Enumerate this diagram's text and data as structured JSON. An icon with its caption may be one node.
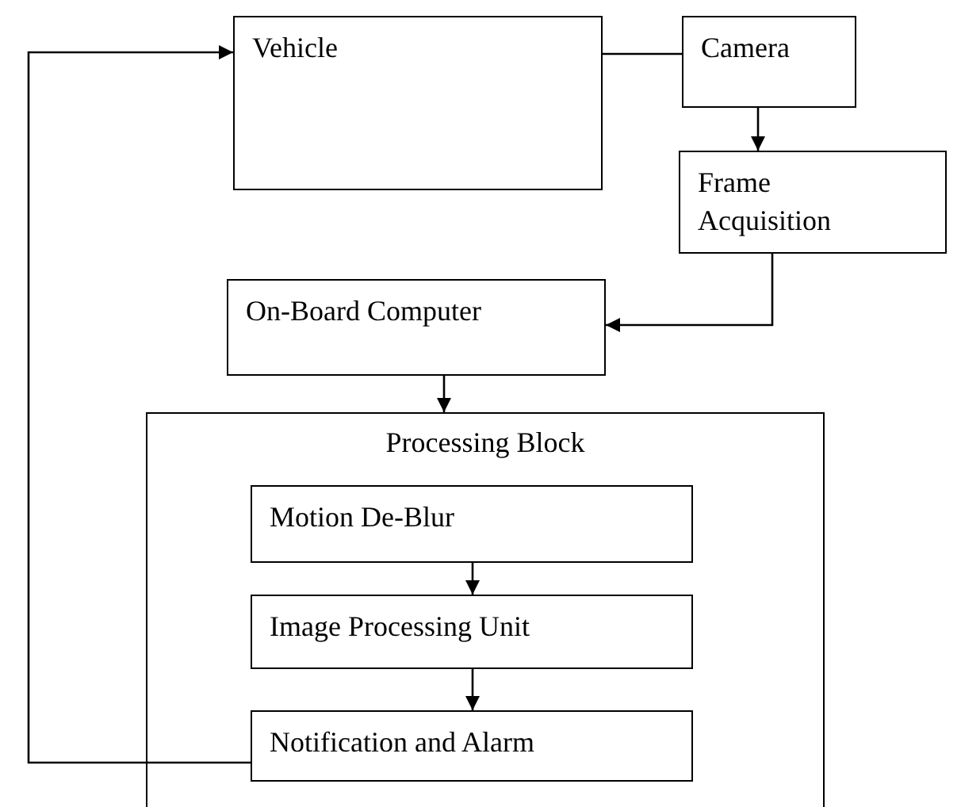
{
  "diagram": {
    "nodes": [
      {
        "text": [
          "Vehicle"
        ]
      },
      {
        "text": [
          "Camera"
        ]
      },
      {
        "text": [
          "Frame Acquisition"
        ]
      },
      {
        "text": [
          "On-Board Computer"
        ]
      },
      {
        "text": [
          "Processing Block"
        ]
      },
      {
        "text": [
          "Motion De-Blur"
        ],
        "in": 4
      },
      {
        "text": [
          "Image Processing Unit"
        ],
        "in": 4
      },
      {
        "text": [
          "Notification and Alarm"
        ],
        "in": 4
      }
    ],
    "edges": [
      {
        "from": 0,
        "to": 1,
        "arrow": "none"
      },
      {
        "from": 1,
        "to": 2,
        "arrow": "to"
      },
      {
        "from": 2,
        "to": 3,
        "arrow": "to"
      },
      {
        "from": 3,
        "to": 4,
        "arrow": "to"
      },
      {
        "from": 5,
        "to": 6,
        "arrow": "to"
      },
      {
        "from": 6,
        "to": 7,
        "arrow": "to"
      },
      {
        "from": 7,
        "to": 0,
        "arrow": "to"
      }
    ]
  }
}
